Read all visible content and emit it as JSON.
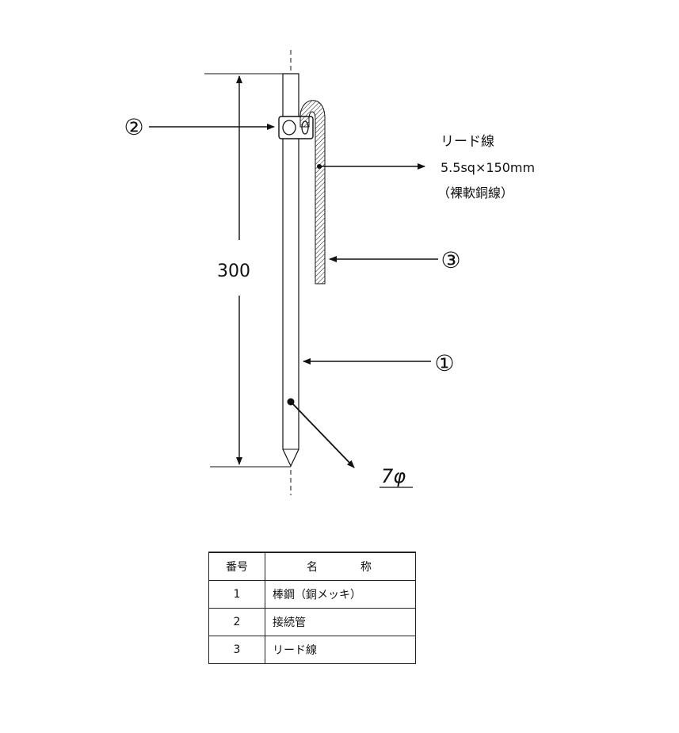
{
  "drawing": {
    "dimension_length": "300",
    "diameter_label": "7φ",
    "callouts": {
      "one": "①",
      "two": "②",
      "three": "③"
    },
    "lead_wire": {
      "title": "リード線",
      "spec": "5.5sq×150mm",
      "note": "（裸軟銅線）"
    }
  },
  "parts_table": {
    "headers": {
      "number": "番号",
      "name": "名　　　称"
    },
    "rows": [
      {
        "number": "1",
        "name": "棒鋼（銅メッキ）"
      },
      {
        "number": "2",
        "name": "接続管"
      },
      {
        "number": "3",
        "name": "リード線"
      }
    ]
  },
  "colors": {
    "line": "#111111",
    "background": "#ffffff"
  }
}
